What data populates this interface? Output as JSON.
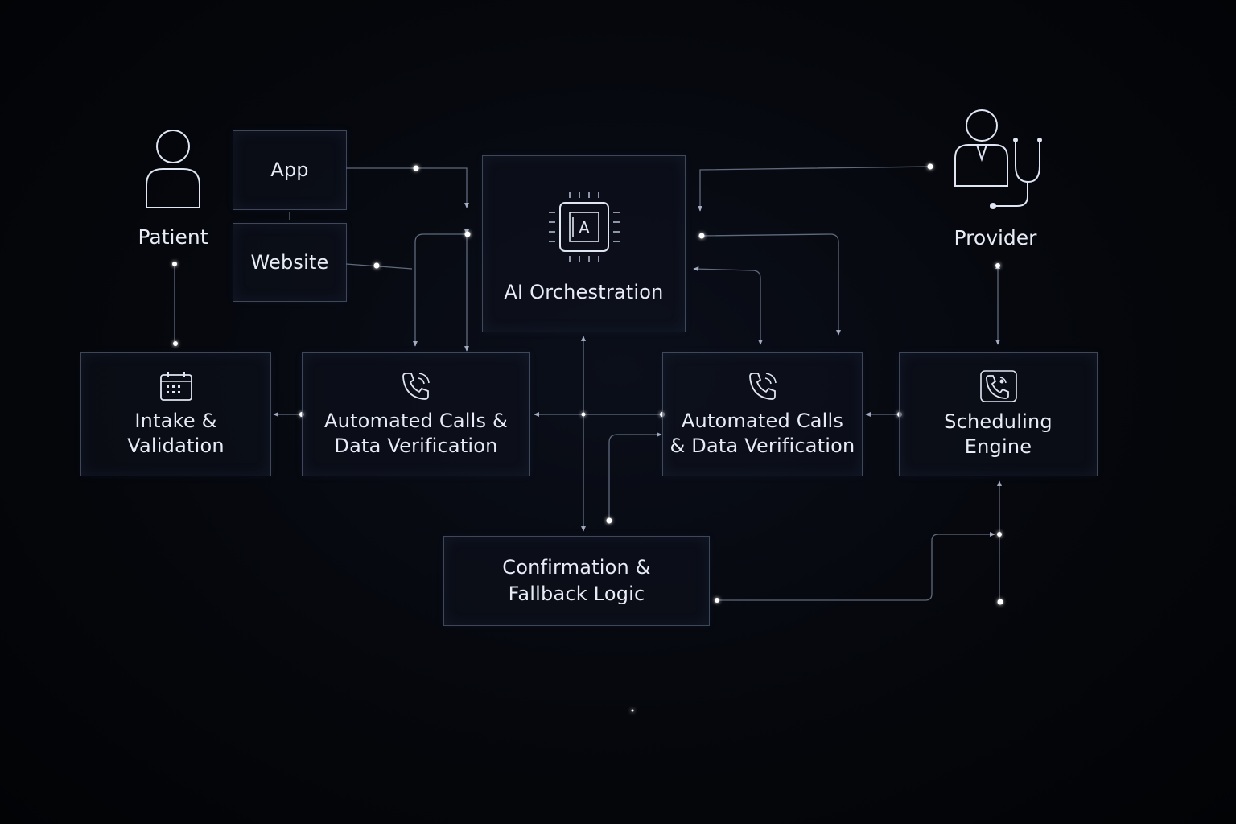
{
  "diagram": {
    "actors": {
      "patient": {
        "label": "Patient",
        "icon": "person-icon"
      },
      "provider": {
        "label": "Provider",
        "icon": "doctor-stethoscope-icon"
      }
    },
    "nodes": {
      "app": {
        "label": "App"
      },
      "website": {
        "label": "Website"
      },
      "ai_orchestration": {
        "label": "AI Orchestration",
        "icon": "ai-chip-icon"
      },
      "intake_validation": {
        "label": "Intake &\nValidation",
        "icon": "calendar-icon"
      },
      "automated_calls_left": {
        "label": "Automated Calls &\nData Verification",
        "icon": "phone-call-icon"
      },
      "automated_calls_right": {
        "label": "Automated Calls\n& Data Verification",
        "icon": "phone-call-icon"
      },
      "scheduling_engine": {
        "label": "Scheduling\nEngine",
        "icon": "phone-schedule-icon"
      },
      "confirmation_fallback": {
        "label": "Confirmation &\nFallback Logic"
      }
    },
    "colors": {
      "background": "#05070c",
      "line": "#aab9d7",
      "node_dot": "#ffffff",
      "text": "#e8ecf6"
    }
  }
}
